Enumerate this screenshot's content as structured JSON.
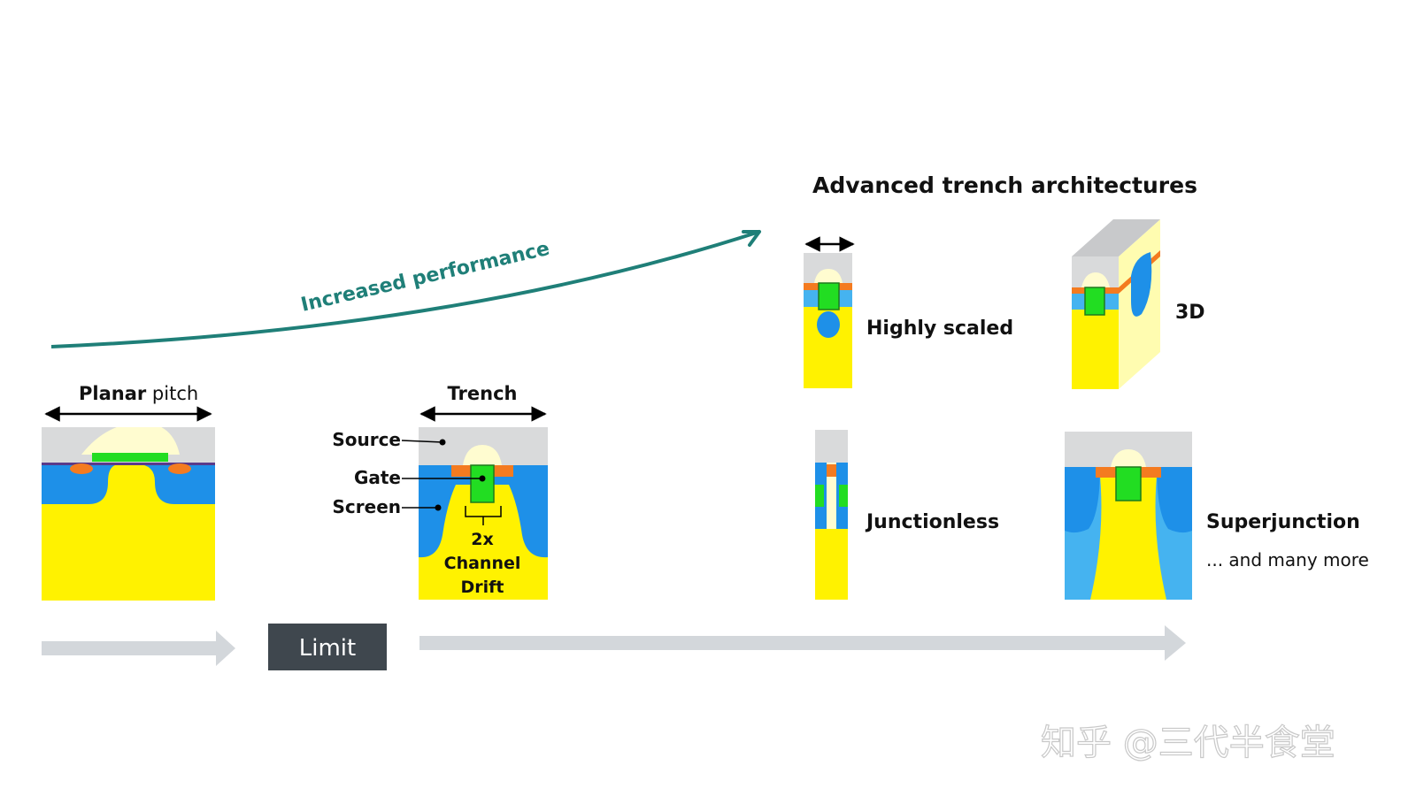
{
  "performance_label": "Increased performance",
  "section_title": "Advanced trench architectures",
  "planar": {
    "label_bold": "Planar",
    "label_rest": " pitch"
  },
  "trench": {
    "title": "Trench",
    "source": "Source",
    "gate": "Gate",
    "screen": "Screen",
    "channel_multiplier": "2x",
    "channel": "Channel",
    "drift": "Drift"
  },
  "variants": {
    "highly_scaled": "Highly scaled",
    "three_d": "3D",
    "junctionless": "Junctionless",
    "superjunction": "Superjunction",
    "more": "... and many more"
  },
  "limit_label": "Limit",
  "watermark": "知乎 @三代半食堂",
  "colors": {
    "yellow": "#FFF200",
    "blue": "#1E90E8",
    "light_blue": "#45B3F0",
    "green": "#22DD22",
    "orange": "#F47B20",
    "gray": "#D9DADB",
    "cream": "#FFFCD0",
    "teal": "#1F7F78",
    "arrow_gray": "#D3D7DB",
    "limit_box": "#3F474E"
  }
}
